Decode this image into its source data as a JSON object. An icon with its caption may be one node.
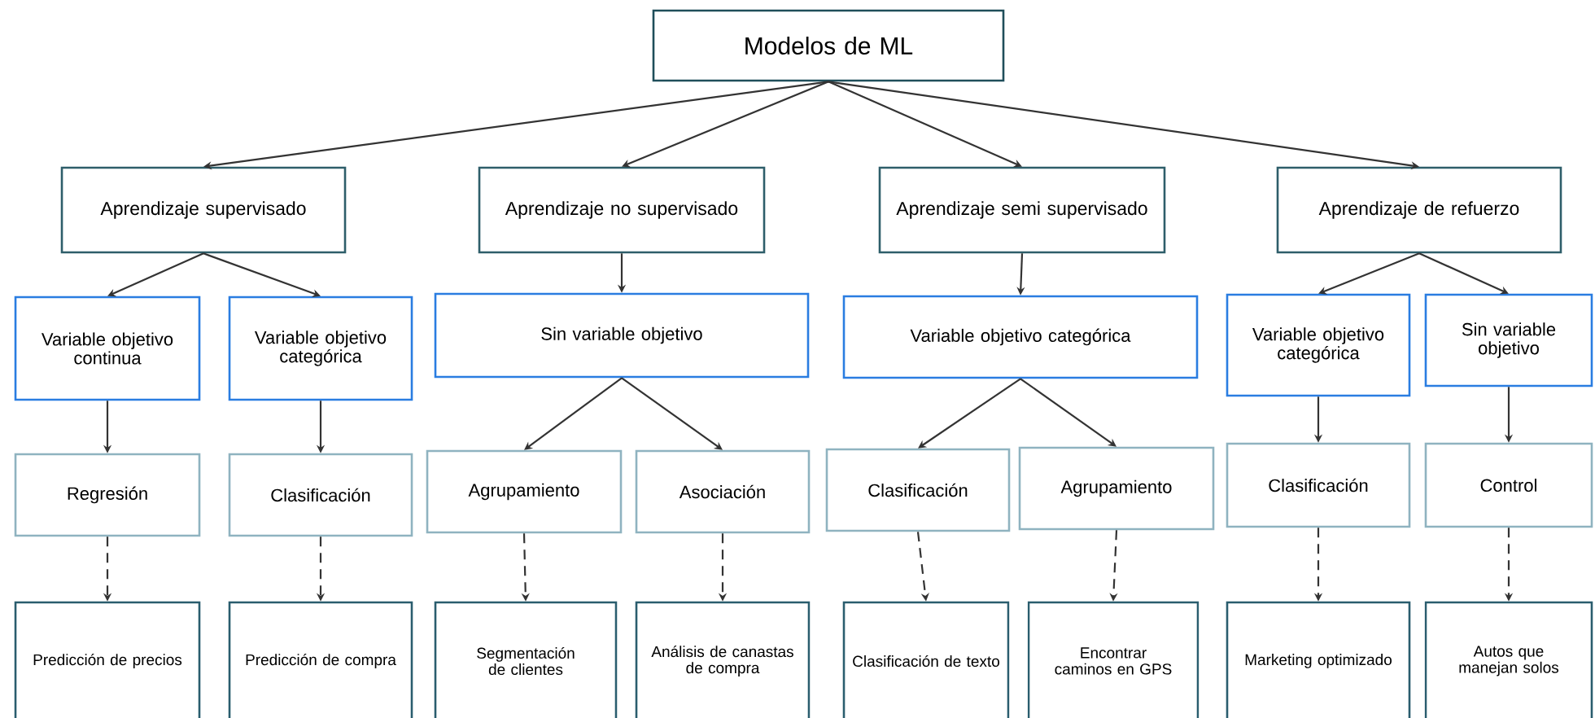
{
  "diagram": {
    "nodes": [
      {
        "text": [
          "Modelos de ML"
        ]
      },
      {
        "text": [
          "Aprendizaje supervisado"
        ]
      },
      {
        "text": [
          "Aprendizaje no supervisado"
        ]
      },
      {
        "text": [
          "Aprendizaje semi supervisado"
        ]
      },
      {
        "text": [
          "Aprendizaje de refuerzo"
        ]
      },
      {
        "text": [
          "Variable objetivo continua"
        ]
      },
      {
        "text": [
          "Variable objetivo categórica"
        ]
      },
      {
        "text": [
          "Sin variable objetivo"
        ]
      },
      {
        "text": [
          "Variable objetivo categórica"
        ]
      },
      {
        "text": [
          "Variable objetivo categórica"
        ]
      },
      {
        "text": [
          "Sin variable objetivo"
        ]
      },
      {
        "text": [
          "Regresión"
        ]
      },
      {
        "text": [
          "Clasificación"
        ]
      },
      {
        "text": [
          "Agrupamiento"
        ]
      },
      {
        "text": [
          "Asociación"
        ]
      },
      {
        "text": [
          "Clasificación"
        ]
      },
      {
        "text": [
          "Agrupamiento"
        ]
      },
      {
        "text": [
          "Clasificación"
        ]
      },
      {
        "text": [
          "Control"
        ]
      },
      {
        "text": [
          "Predicción de precios"
        ]
      },
      {
        "text": [
          "Predicción de compra"
        ]
      },
      {
        "text": [
          "Segmentación de clientes"
        ]
      },
      {
        "text": [
          "Análisis de canastas de compra"
        ]
      },
      {
        "text": [
          "Clasificación de texto"
        ]
      },
      {
        "text": [
          "Encontrar caminos en GPS"
        ]
      },
      {
        "text": [
          "Marketing optimizado"
        ]
      },
      {
        "text": [
          "Autos que manejan solos"
        ]
      }
    ],
    "edges": [
      {
        "from": 0,
        "to": 1,
        "arrow": "to"
      },
      {
        "from": 0,
        "to": 2,
        "arrow": "to"
      },
      {
        "from": 0,
        "to": 3,
        "arrow": "to"
      },
      {
        "from": 0,
        "to": 4,
        "arrow": "to"
      },
      {
        "from": 1,
        "to": 5,
        "arrow": "to"
      },
      {
        "from": 1,
        "to": 6,
        "arrow": "to"
      },
      {
        "from": 2,
        "to": 7,
        "arrow": "to"
      },
      {
        "from": 3,
        "to": 8,
        "arrow": "to"
      },
      {
        "from": 4,
        "to": 9,
        "arrow": "to"
      },
      {
        "from": 4,
        "to": 10,
        "arrow": "to"
      },
      {
        "from": 5,
        "to": 11,
        "arrow": "to"
      },
      {
        "from": 6,
        "to": 12,
        "arrow": "to"
      },
      {
        "from": 7,
        "to": 13,
        "arrow": "to"
      },
      {
        "from": 7,
        "to": 14,
        "arrow": "to"
      },
      {
        "from": 8,
        "to": 15,
        "arrow": "to"
      },
      {
        "from": 8,
        "to": 16,
        "arrow": "to"
      },
      {
        "from": 9,
        "to": 17,
        "arrow": "to"
      },
      {
        "from": 10,
        "to": 18,
        "arrow": "to"
      },
      {
        "from": 11,
        "to": 19,
        "arrow": "to",
        "style": "dashed"
      },
      {
        "from": 12,
        "to": 20,
        "arrow": "to",
        "style": "dashed"
      },
      {
        "from": 13,
        "to": 21,
        "arrow": "to",
        "style": "dashed"
      },
      {
        "from": 14,
        "to": 22,
        "arrow": "to",
        "style": "dashed"
      },
      {
        "from": 15,
        "to": 23,
        "arrow": "to",
        "style": "dashed"
      },
      {
        "from": 16,
        "to": 24,
        "arrow": "to",
        "style": "dashed"
      },
      {
        "from": 17,
        "to": 25,
        "arrow": "to",
        "style": "dashed"
      },
      {
        "from": 18,
        "to": 26,
        "arrow": "to",
        "style": "dashed"
      }
    ]
  }
}
